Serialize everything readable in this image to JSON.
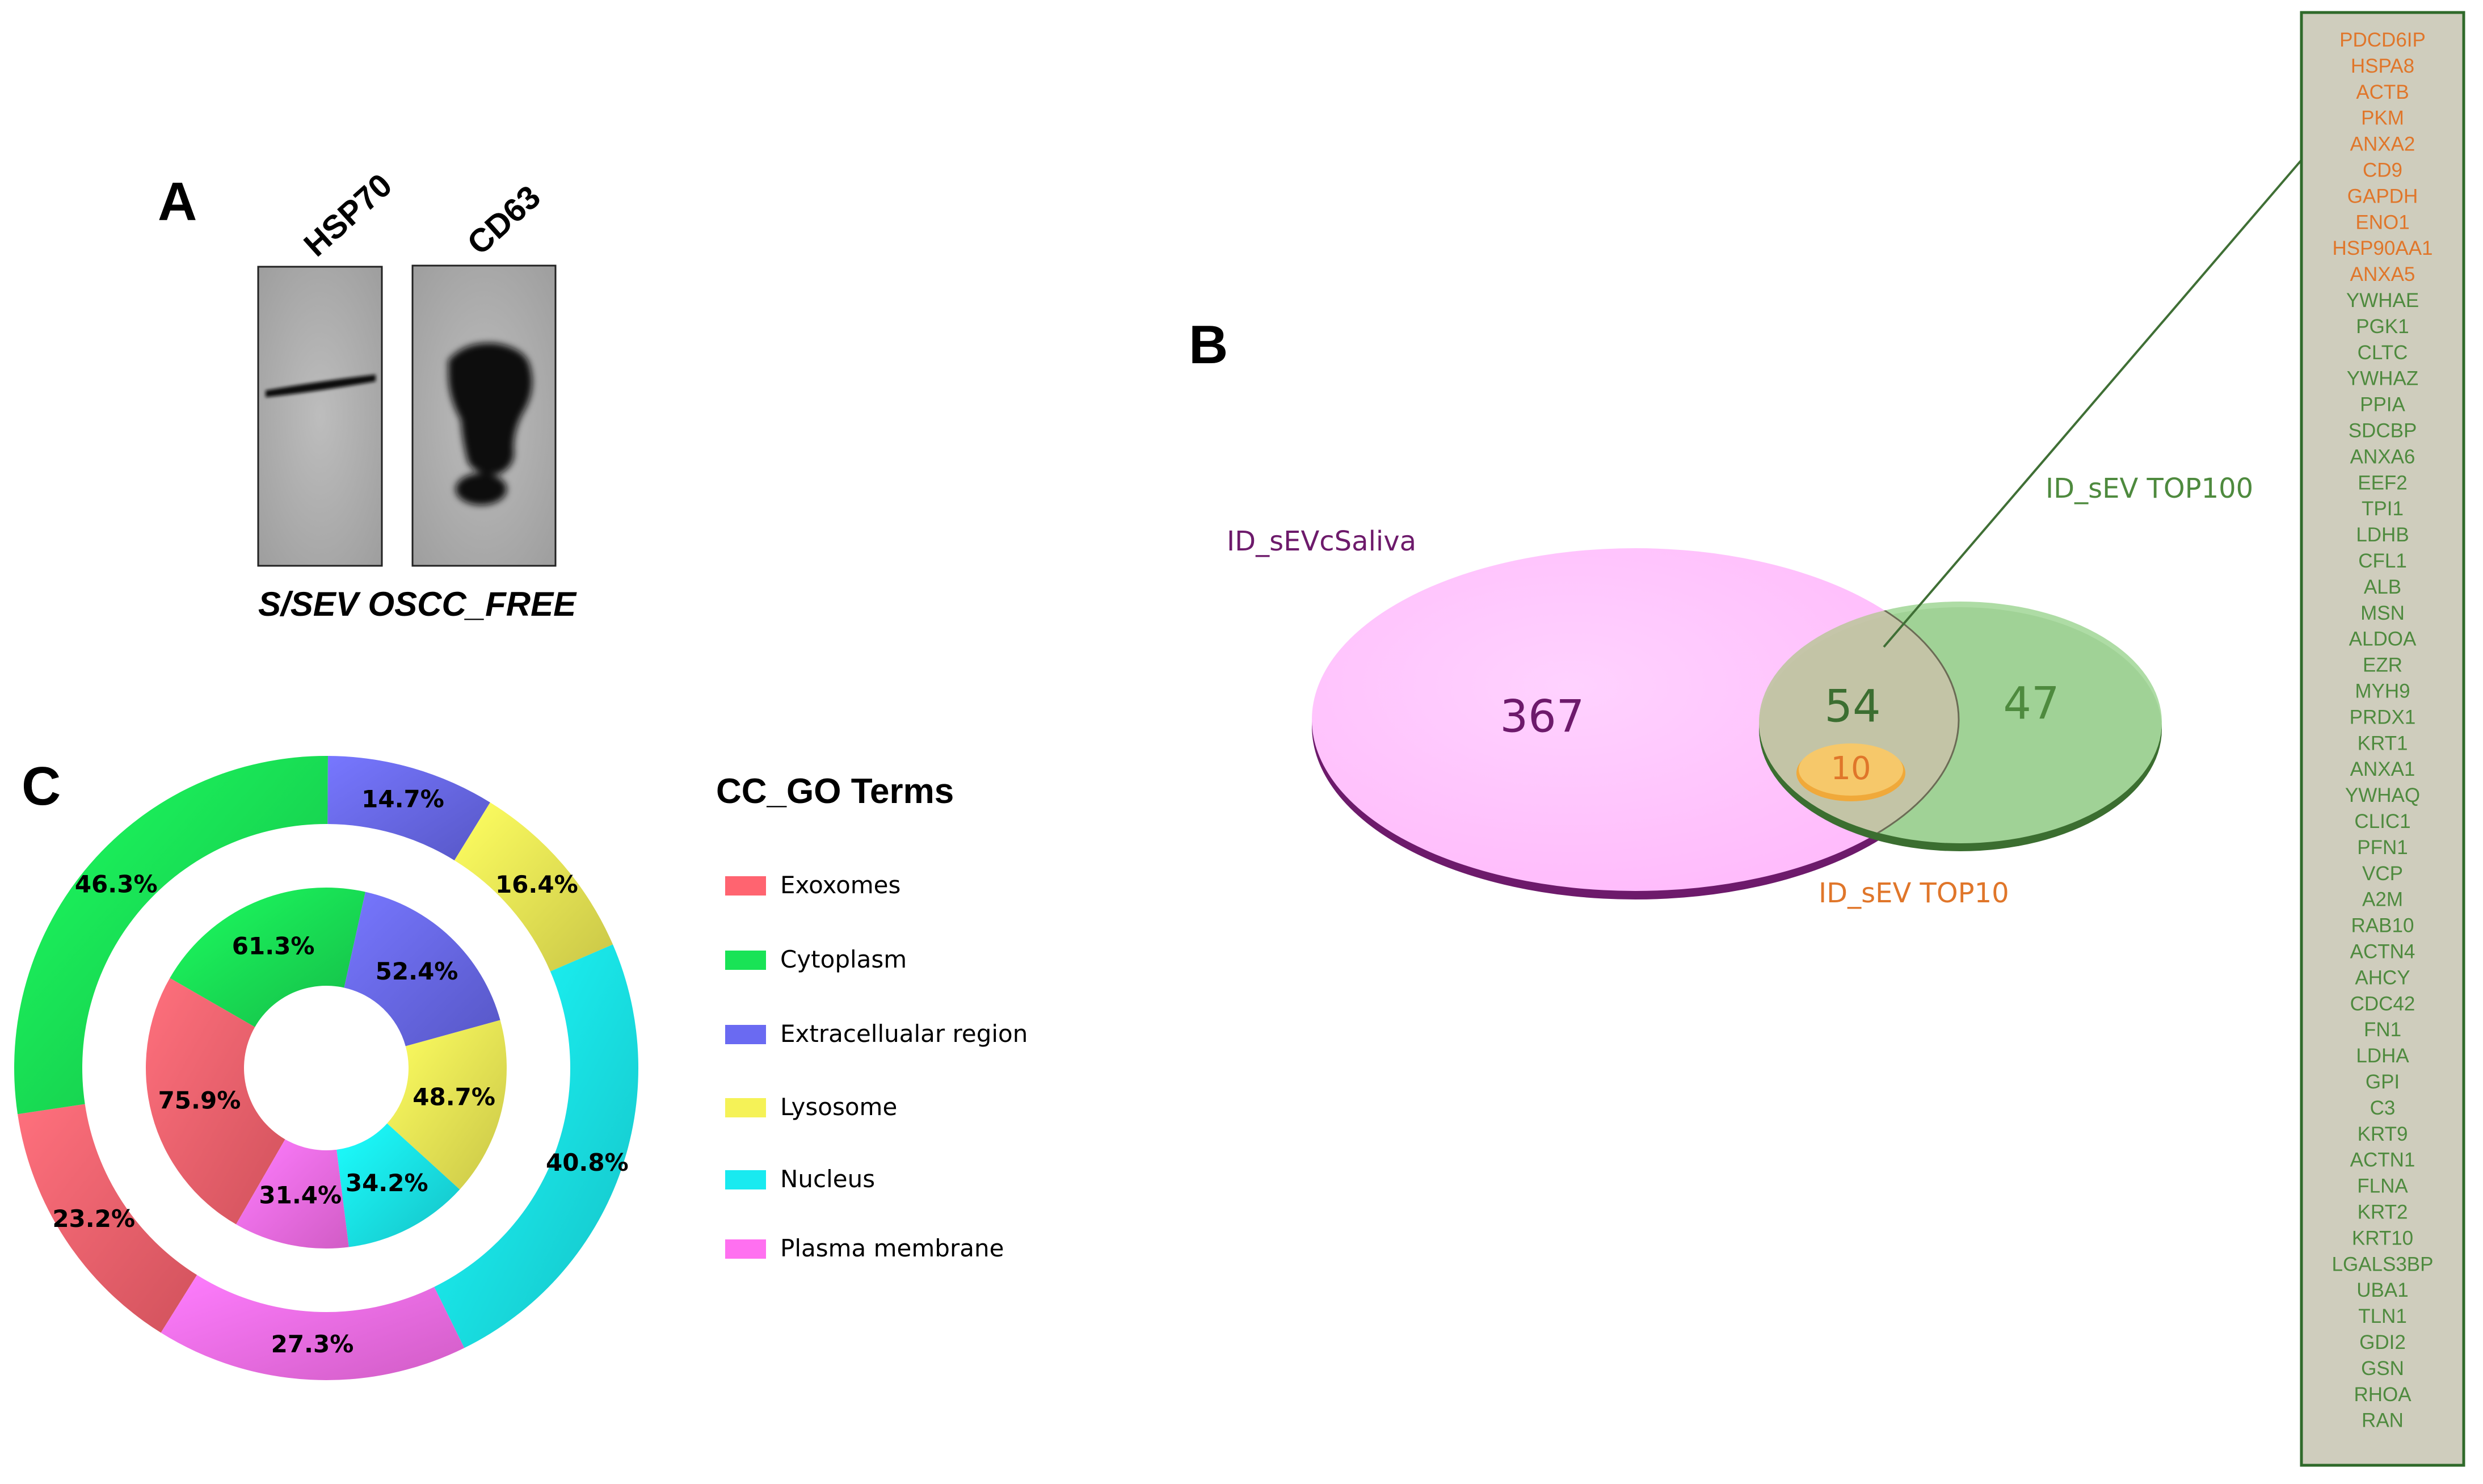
{
  "panel_a": {
    "letter": "A",
    "lanes": [
      "HSP70",
      "CD63"
    ],
    "caption": "S/SEV OSCC_FREE"
  },
  "panel_b": {
    "letter": "B",
    "venn": {
      "sets": [
        {
          "name": "ID_sEVcSaliva",
          "color": "#7a1a73",
          "fill": "#ffc6ff"
        },
        {
          "name": "ID_sEV TOP100",
          "color": "#3d7a34",
          "fill": "#a6d89c"
        },
        {
          "name": "ID_sEV TOP10",
          "color": "#e0762a",
          "fill": "#f2c067"
        }
      ],
      "only_saliva": "367",
      "intersection": "54",
      "only_top100": "47",
      "top10": "10"
    },
    "gene_list": {
      "top10_color": "#e0762a",
      "other_color": "#4e8a3e",
      "top10": [
        "PDCD6IP",
        "HSPA8",
        "ACTB",
        "PKM",
        "ANXA2",
        "CD9",
        "GAPDH",
        "ENO1",
        "HSP90AA1",
        "ANXA5"
      ],
      "others": [
        "YWHAE",
        "PGK1",
        "CLTC",
        "YWHAZ",
        "PPIA",
        "SDCBP",
        "ANXA6",
        "EEF2",
        "TPI1",
        "LDHB",
        "CFL1",
        "ALB",
        "MSN",
        "ALDOA",
        "EZR",
        "MYH9",
        "PRDX1",
        "KRT1",
        "ANXA1",
        "YWHAQ",
        "CLIC1",
        "PFN1",
        "VCP",
        "A2M",
        "RAB10",
        "ACTN4",
        "AHCY",
        "CDC42",
        "FN1",
        "LDHA",
        "GPI",
        "C3",
        "KRT9",
        "ACTN1",
        "FLNA",
        "KRT2",
        "KRT10",
        "LGALS3BP",
        "UBA1",
        "TLN1",
        "GDI2",
        "GSN",
        "RHOA",
        "RAN"
      ]
    }
  },
  "panel_c": {
    "letter": "C",
    "chart_data": {
      "type": "donut",
      "legend_title": "CC_GO Terms",
      "categories": [
        "Exoxomes",
        "Cytoplasm",
        "Extracellualar region",
        "Lysosome",
        "Nucleus",
        "Plasma membrane"
      ],
      "colors": [
        "#ff6470",
        "#19e356",
        "#6a6af2",
        "#f5f257",
        "#19eaf0",
        "#ff70f0"
      ],
      "series": [
        {
          "ring": "inner",
          "values": [
            75.9,
            61.3,
            52.4,
            48.7,
            34.2,
            31.4
          ],
          "labels": [
            "75.9%",
            "61.3%",
            "52.4%",
            "48.7%",
            "34.2%",
            "31.4%"
          ]
        },
        {
          "ring": "outer",
          "values": [
            23.2,
            46.3,
            14.7,
            16.4,
            40.8,
            27.3
          ],
          "labels": [
            "23.2%",
            "46.3%",
            "14.7%",
            "16.4%",
            "40.8%",
            "27.3%"
          ]
        }
      ]
    }
  }
}
